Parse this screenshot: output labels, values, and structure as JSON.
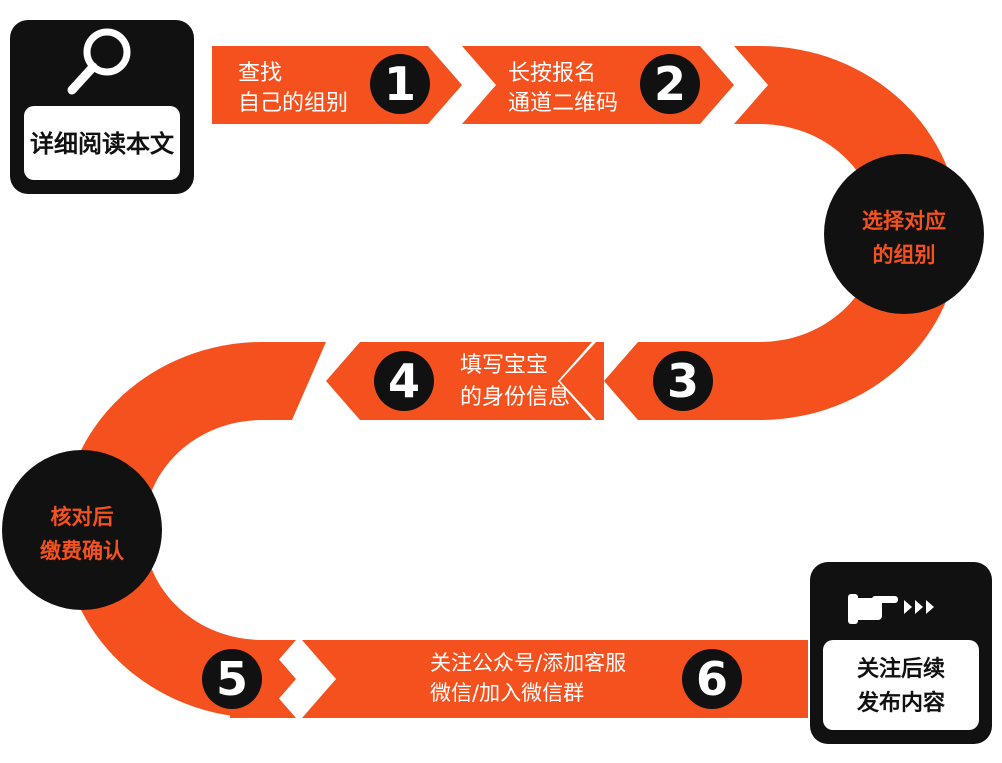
{
  "colors": {
    "accent": "#f5511e",
    "black": "#111111",
    "white": "#ffffff"
  },
  "start_card": {
    "icon": "magnifier-icon",
    "label": "详细阅读本文"
  },
  "end_card": {
    "icon": "pointing-hand-icon",
    "line1": "关注后续",
    "line2": "发布内容"
  },
  "steps": [
    {
      "number": "1",
      "line1": "查找",
      "line2": "自己的组别"
    },
    {
      "number": "2",
      "line1": "长按报名",
      "line2": "通道二维码"
    },
    {
      "number": "3",
      "line1": "选择对应",
      "line2": "的组别"
    },
    {
      "number": "4",
      "line1": "填写宝宝",
      "line2": "的身份信息"
    },
    {
      "number": "5",
      "line1": "核对后",
      "line2": "缴费确认"
    },
    {
      "number": "6",
      "line1": "关注公众号/添加客服",
      "line2": "微信/加入微信群"
    }
  ]
}
